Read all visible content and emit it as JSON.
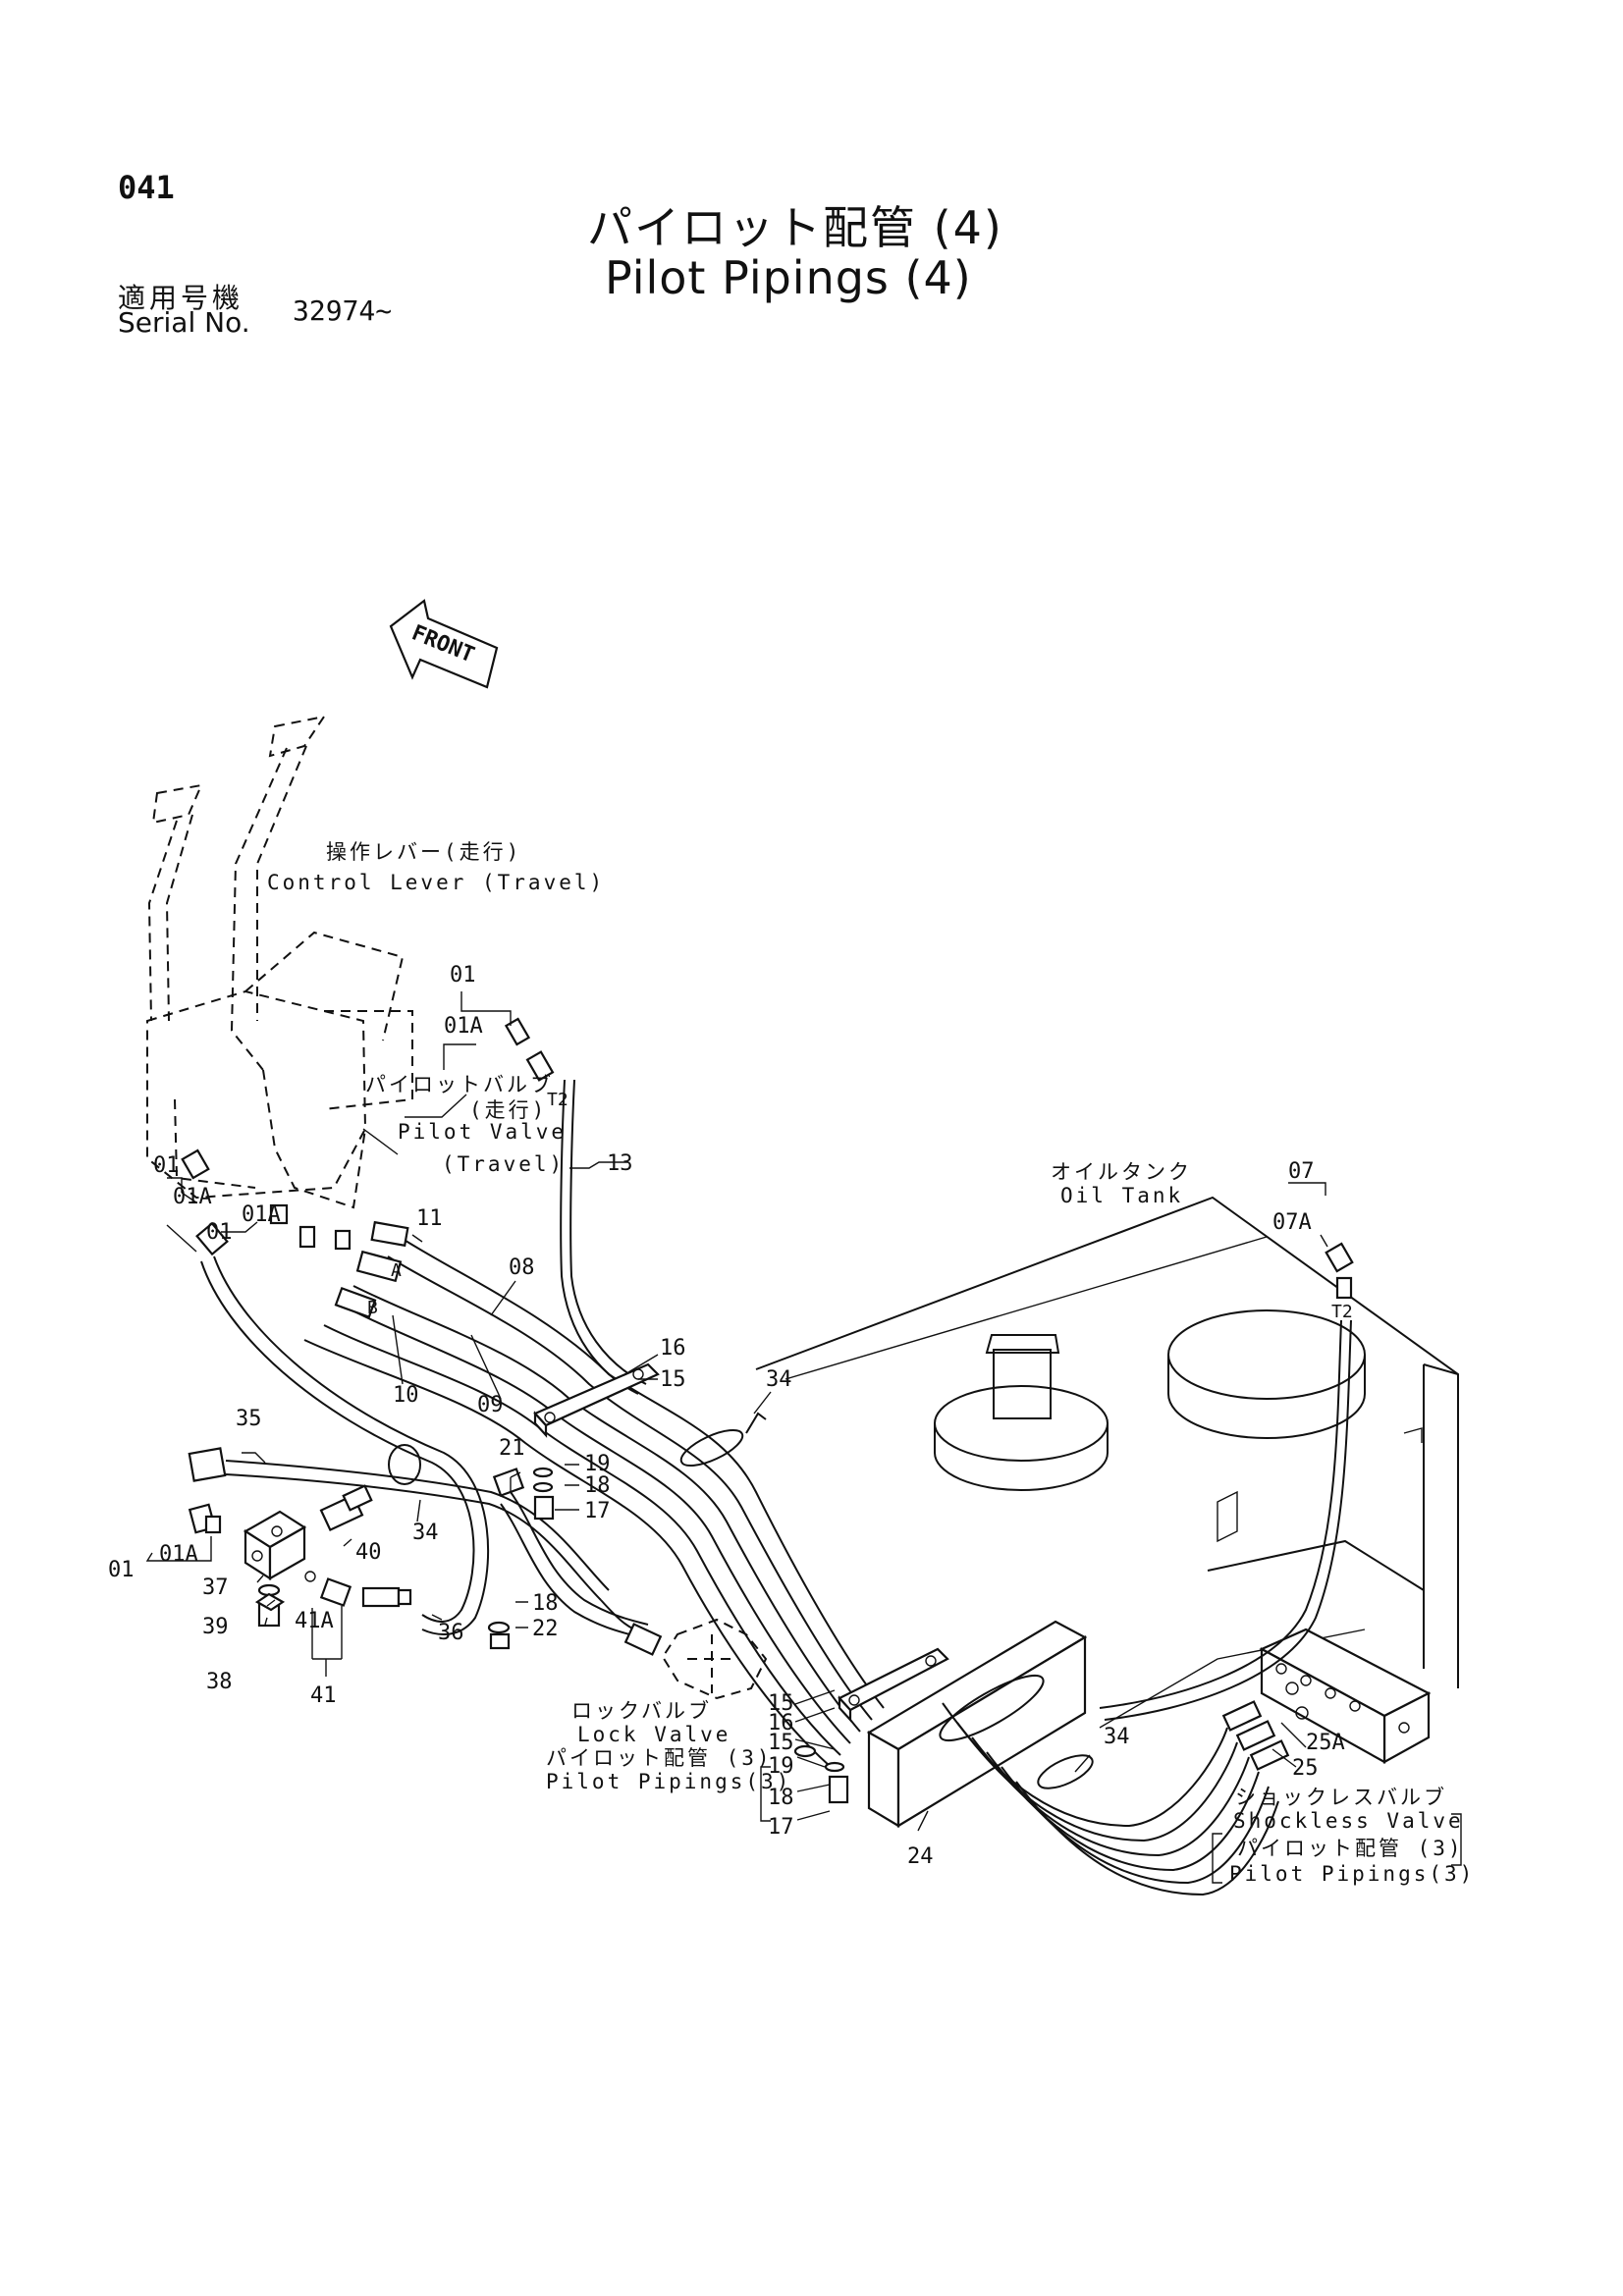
{
  "header": {
    "page_number": "041",
    "title_jp": "パイロット配管 (4)",
    "title_en": "Pilot Pipings (4)",
    "serial_label_jp": "適用号機",
    "serial_label_en": "Serial No.",
    "serial_value": "32974~"
  },
  "front_arrow": "FRONT",
  "components": {
    "control_lever_jp": "操作レバー(走行)",
    "control_lever_en": "Control Lever (Travel)",
    "pilot_valve_jp": "パイロットバルブ",
    "pilot_valve_jp2": "(走行)",
    "pilot_valve_en": "Pilot Valve",
    "pilot_valve_en2": "(Travel)",
    "oil_tank_jp": "オイルタンク",
    "oil_tank_en": "Oil Tank",
    "lock_valve_jp": "ロックバルブ",
    "lock_valve_en": "Lock Valve",
    "lock_valve_ref_jp": "パイロット配管 (3)",
    "lock_valve_ref_en": "Pilot Pipings(3)",
    "shockless_valve_jp": "ショックレスバルブ",
    "shockless_valve_en": "Shockless Valve",
    "shockless_ref_jp": "パイロット配管 (3)",
    "shockless_ref_en": "Pilot Pipings(3)"
  },
  "ports": {
    "t2_a": "T2",
    "t2_b": "T2",
    "a": "A",
    "b": "B"
  },
  "callouts": {
    "c01_top": "01",
    "c01a_top": "01A",
    "c01_left": "01",
    "c01a_left1": "01A",
    "c01_left2": "01",
    "c01a_left2": "01A",
    "c01_bottom": "01",
    "c01a_bottom": "01A",
    "c07": "07",
    "c07a": "07A",
    "c08": "08",
    "c09": "09",
    "c10": "10",
    "c11": "11",
    "c13": "13",
    "c15_top": "15",
    "c16_top": "16",
    "c15_bot1": "15",
    "c16_bot": "16",
    "c15_bot2": "15",
    "c17_top": "17",
    "c18_top": "18",
    "c19_top": "19",
    "c17_bot": "17",
    "c18_bot": "18",
    "c19_bot": "19",
    "c18_mid": "18",
    "c21": "21",
    "c22": "22",
    "c24": "24",
    "c25": "25",
    "c25a": "25A",
    "c34_top": "34",
    "c34_mid": "34",
    "c34_right": "34",
    "c35": "35",
    "c36": "36",
    "c37": "37",
    "c38": "38",
    "c39": "39",
    "c40": "40",
    "c41": "41",
    "c41a": "41A"
  }
}
